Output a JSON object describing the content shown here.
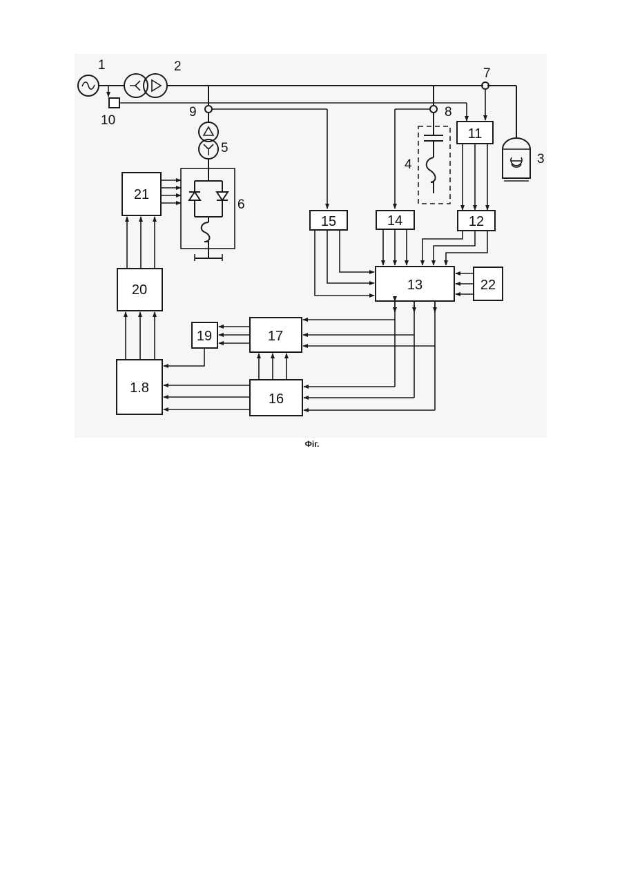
{
  "caption": "Фіг.",
  "labels": {
    "n1": "1",
    "n2": "2",
    "n3": "3",
    "n4": "4",
    "n5": "5",
    "n6": "6",
    "n7": "7",
    "n8": "8",
    "n9": "9",
    "n10": "10"
  },
  "blocks": {
    "b11": "11",
    "b12": "12",
    "b13": "13",
    "b14": "14",
    "b15": "15",
    "b16": "16",
    "b17": "17",
    "b18": "1.8",
    "b19": "19",
    "b20": "20",
    "b21": "21",
    "b22": "22"
  },
  "icons": {
    "generator": "ac-generator-icon",
    "transformer": "transformer-icon",
    "load_motor": "motor-load-icon",
    "capacitor_bank": "capacitor-reactor-icon",
    "thyristor": "thyristor-valve-icon"
  }
}
